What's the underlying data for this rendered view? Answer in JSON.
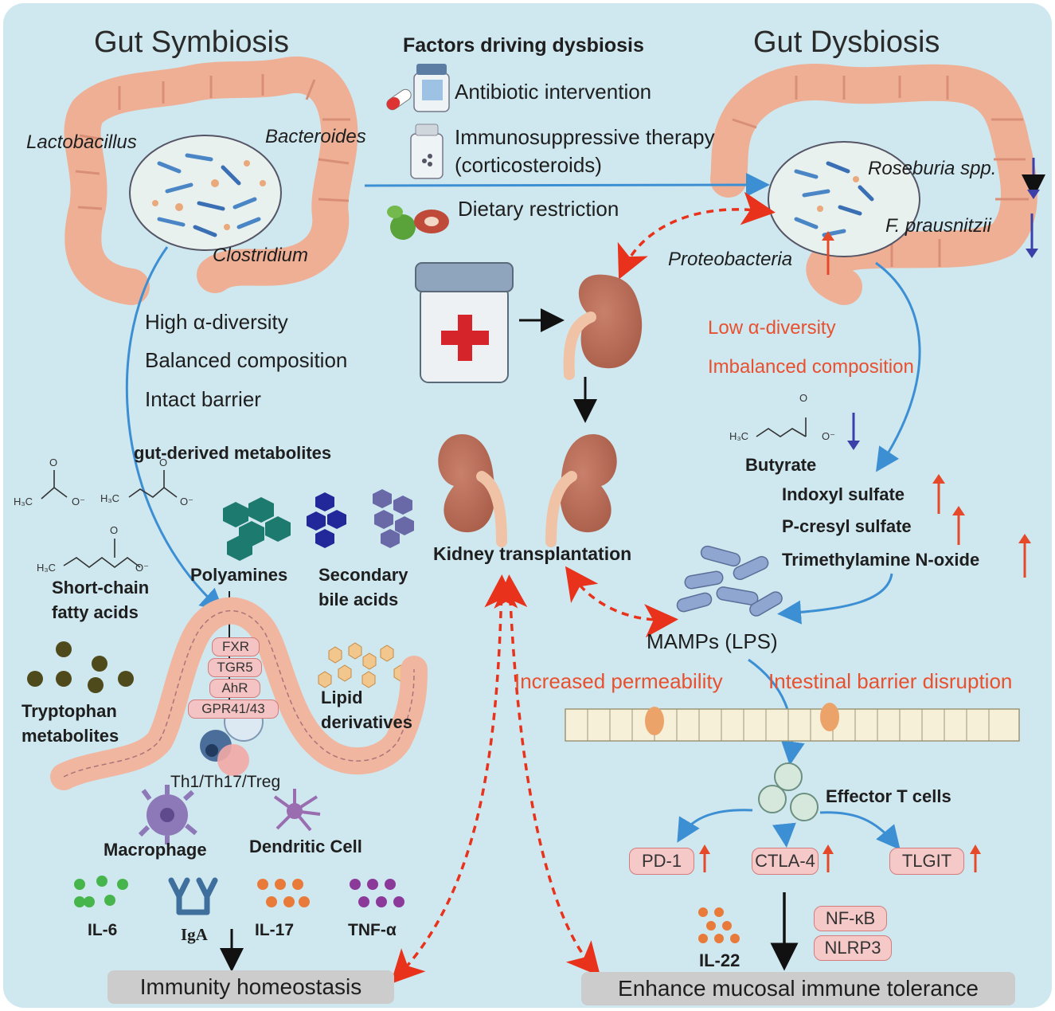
{
  "panels": {
    "left_title": "Gut Symbiosis",
    "right_title": "Gut  Dysbiosis"
  },
  "factors": {
    "heading": "Factors driving dysbiosis",
    "items": [
      "Antibiotic intervention",
      "Immunosuppressive therapy",
      "(corticosteroids)",
      "Dietary restriction"
    ]
  },
  "symbiosis": {
    "bacteria": [
      "Lactobacillus",
      "Bacteroides",
      "Clostridium"
    ],
    "features": [
      "High α-diversity",
      "Balanced composition",
      "Intact barrier"
    ],
    "metabolites_heading": "gut-derived metabolites",
    "chem_labels": [
      "H₃C",
      "O",
      "O⁻"
    ],
    "metabolites": {
      "scfa": [
        "Short-chain",
        "fatty acids"
      ],
      "polyamines": "Polyamines",
      "bile": [
        "Secondary",
        "bile acids"
      ],
      "tryptophan": [
        "Tryptophan",
        "metabolites"
      ],
      "lipid": [
        "Lipid",
        "derivatives"
      ]
    },
    "receptors": [
      "FXR",
      "TGR5",
      "AhR",
      "GPR41/43"
    ],
    "cells_label": "Th1/Th17/Treg",
    "macrophage": "Macrophage",
    "dendritic": "Dendritic Cell",
    "cytokines": [
      "IL-6",
      "IgA",
      "IL-17",
      "TNF-α"
    ],
    "outcome": "Immunity homeostasis"
  },
  "dysbiosis": {
    "bacteria_down": [
      "Roseburia spp.",
      "F. prausnitzii"
    ],
    "bacteria_up": "Proteobacteria",
    "features": [
      "Low α-diversity",
      "Imbalanced composition"
    ],
    "butyrate": "Butyrate",
    "toxins": [
      "Indoxyl sulfate",
      "P-cresyl sulfate",
      "Trimethylamine N-oxide"
    ],
    "mamps": "MAMPs (LPS)",
    "permeability": "Increased permeability",
    "barrier": "Intestinal barrier disruption",
    "effector": "Effector T cells",
    "checkpoints": [
      "PD-1",
      "CTLA-4",
      "TLGIT"
    ],
    "cytokine": "IL-22",
    "pathways": [
      "NF-κB",
      "NLRP3"
    ],
    "outcome": "Enhance mucosal immune tolerance"
  },
  "center": {
    "kidney_label": "Kidney transplantation"
  },
  "colors": {
    "background": "#cfe8ef",
    "intestine": "#eeaf95",
    "red_text": "#e8502f",
    "arrow_blue": "#3d8fd3",
    "down_arrow": "#3b3fa8",
    "up_arrow": "#e5492a"
  }
}
